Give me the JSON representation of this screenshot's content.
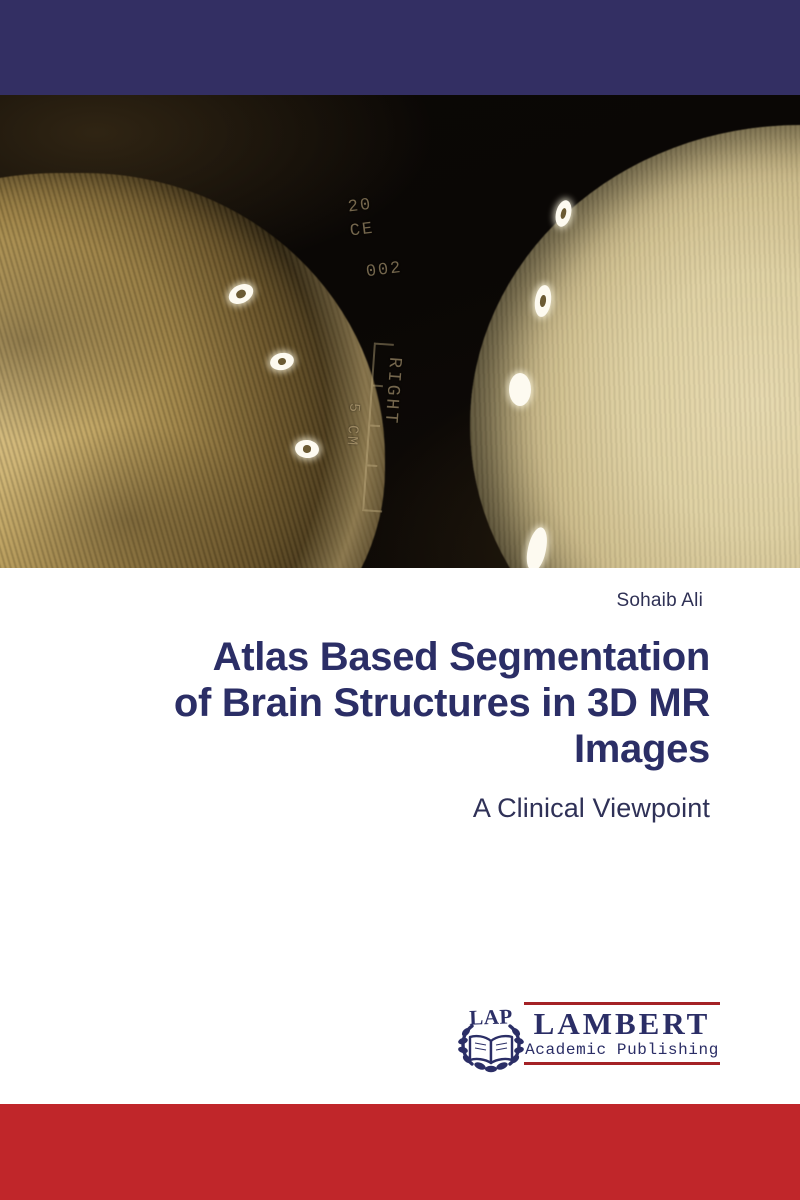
{
  "cover": {
    "author": "Sohaib Ali",
    "title": "Atlas Based Segmentation of Brain Structures in 3D MR Images",
    "title_line1": "Atlas Based Segmentation",
    "title_line2": "of Brain Structures in 3D MR",
    "title_line3": "Images",
    "subtitle": "A Clinical Viewpoint"
  },
  "artwork": {
    "description": "two sepia-toned axial brain CT/MR slices with white fiducial markers",
    "overlay_text": {
      "line1": "20",
      "line2": "CE",
      "line3": "002",
      "orientation": "RIGHT",
      "scale_label": "5 CM"
    }
  },
  "publisher": {
    "emblem_text": "LAP",
    "name": "LAMBERT",
    "tagline": "Academic Publishing"
  },
  "colors": {
    "top_band": "#332f63",
    "bottom_band": "#c0262a",
    "title_navy": "#2b2e66",
    "rule_red": "#a42226",
    "page_background": "#ffffff"
  }
}
